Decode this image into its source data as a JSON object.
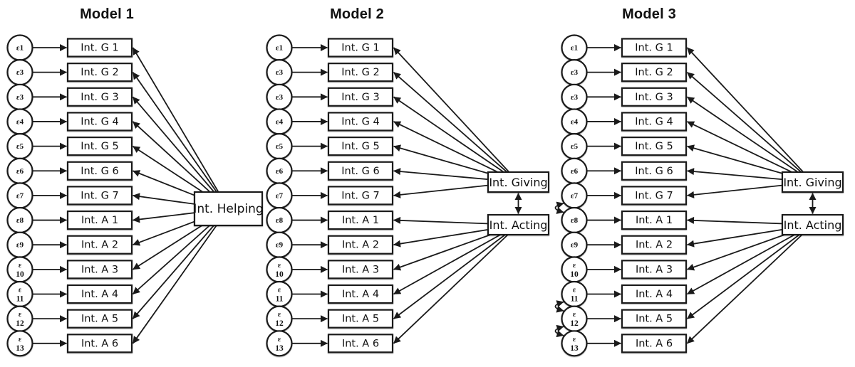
{
  "figure": {
    "type": "sem_path_diagram",
    "background": "#ffffff",
    "colors": {
      "stroke": "#1a1a1a",
      "shape_fill": "#ffffff",
      "text": "#111111"
    },
    "models": [
      {
        "title": "Model 1",
        "error_terms": [
          "ε1",
          "ε3",
          "ε3",
          "ε4",
          "ε5",
          "ε6",
          "ε7",
          "ε8",
          "ε9",
          "ε10",
          "ε11",
          "ε12",
          "ε13"
        ],
        "indicators": [
          "Int. G 1",
          "Int. G 2",
          "Int. G 3",
          "Int. G 4",
          "Int. G 5",
          "Int. G 6",
          "Int. G 7",
          "Int. A 1",
          "Int. A 2",
          "Int. A 3",
          "Int. A 4",
          "Int. A 5",
          "Int. A 6"
        ],
        "latents": [
          {
            "label": "Int. Helping",
            "indicators": [
              0,
              1,
              2,
              3,
              4,
              5,
              6,
              7,
              8,
              9,
              10,
              11,
              12
            ]
          }
        ],
        "latent_covariances": [],
        "error_covariances": []
      },
      {
        "title": "Model 2",
        "error_terms": [
          "ε1",
          "ε3",
          "ε3",
          "ε4",
          "ε5",
          "ε6",
          "ε7",
          "ε8",
          "ε9",
          "ε10",
          "ε11",
          "ε12",
          "ε13"
        ],
        "indicators": [
          "Int. G 1",
          "Int. G 2",
          "Int. G 3",
          "Int. G 4",
          "Int. G 5",
          "Int. G 6",
          "Int. G 7",
          "Int. A 1",
          "Int. A 2",
          "Int. A 3",
          "Int. A 4",
          "Int. A 5",
          "Int. A 6"
        ],
        "latents": [
          {
            "label": "Int. Giving",
            "indicators": [
              0,
              1,
              2,
              3,
              4,
              5,
              6
            ]
          },
          {
            "label": "Int. Acting",
            "indicators": [
              7,
              8,
              9,
              10,
              11,
              12
            ]
          }
        ],
        "latent_covariances": [
          [
            0,
            1
          ]
        ],
        "error_covariances": []
      },
      {
        "title": "Model 3",
        "error_terms": [
          "ε1",
          "ε3",
          "ε3",
          "ε4",
          "ε5",
          "ε6",
          "ε7",
          "ε8",
          "ε9",
          "ε10",
          "ε11",
          "ε12",
          "ε13"
        ],
        "indicators": [
          "Int. G 1",
          "Int. G 2",
          "Int. G 3",
          "Int. G 4",
          "Int. G 5",
          "Int. G 6",
          "Int. G 7",
          "Int. A 1",
          "Int. A 2",
          "Int. A 3",
          "Int. A 4",
          "Int. A 5",
          "Int. A 6"
        ],
        "latents": [
          {
            "label": "Int. Giving",
            "indicators": [
              0,
              1,
              2,
              3,
              4,
              5,
              6
            ]
          },
          {
            "label": "Int. Acting",
            "indicators": [
              7,
              8,
              9,
              10,
              11,
              12
            ]
          }
        ],
        "latent_covariances": [
          [
            0,
            1
          ]
        ],
        "error_covariances": [
          [
            6,
            7
          ],
          [
            10,
            11
          ],
          [
            11,
            12
          ]
        ]
      }
    ]
  }
}
